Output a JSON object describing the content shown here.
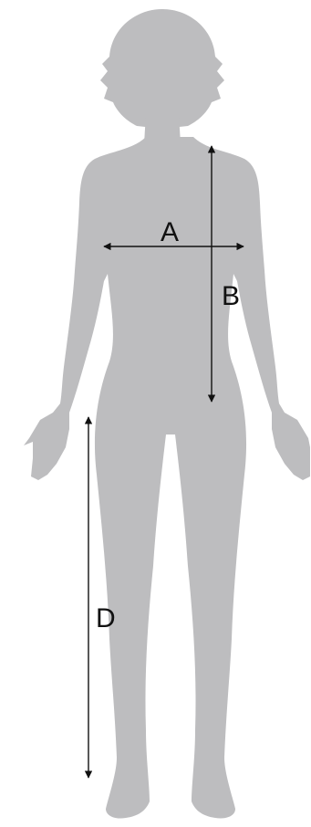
{
  "colors": {
    "silhouette": "#bdbdbf",
    "background": "#ffffff",
    "arrow": "#111111"
  },
  "labels": {
    "a": "A",
    "b": "B",
    "d": "D"
  }
}
